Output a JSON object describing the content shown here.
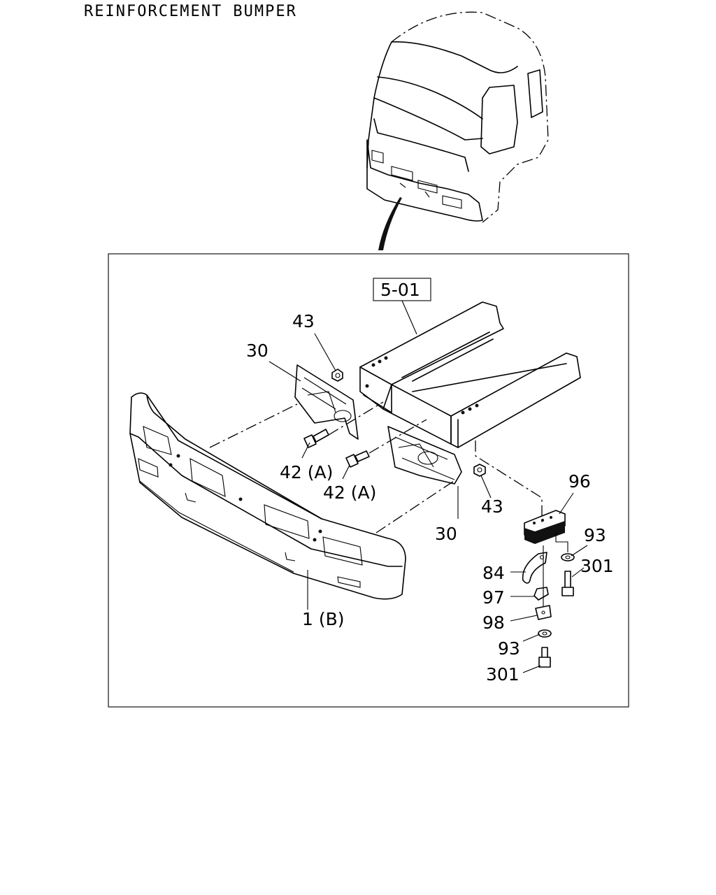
{
  "title": "REINFORCEMENT BUMPER",
  "reference": "5-01",
  "callouts": {
    "c43_top": "43",
    "c30_top": "30",
    "c42a_left": "42 (A)",
    "c42a_right": "42 (A)",
    "c43_right": "43",
    "c30_bottom": "30",
    "c96": "96",
    "c93_top": "93",
    "c301_top": "301",
    "c84": "84",
    "c97": "97",
    "c98": "98",
    "c93_bottom": "93",
    "c301_bottom": "301",
    "c1b": "1 (B)"
  }
}
